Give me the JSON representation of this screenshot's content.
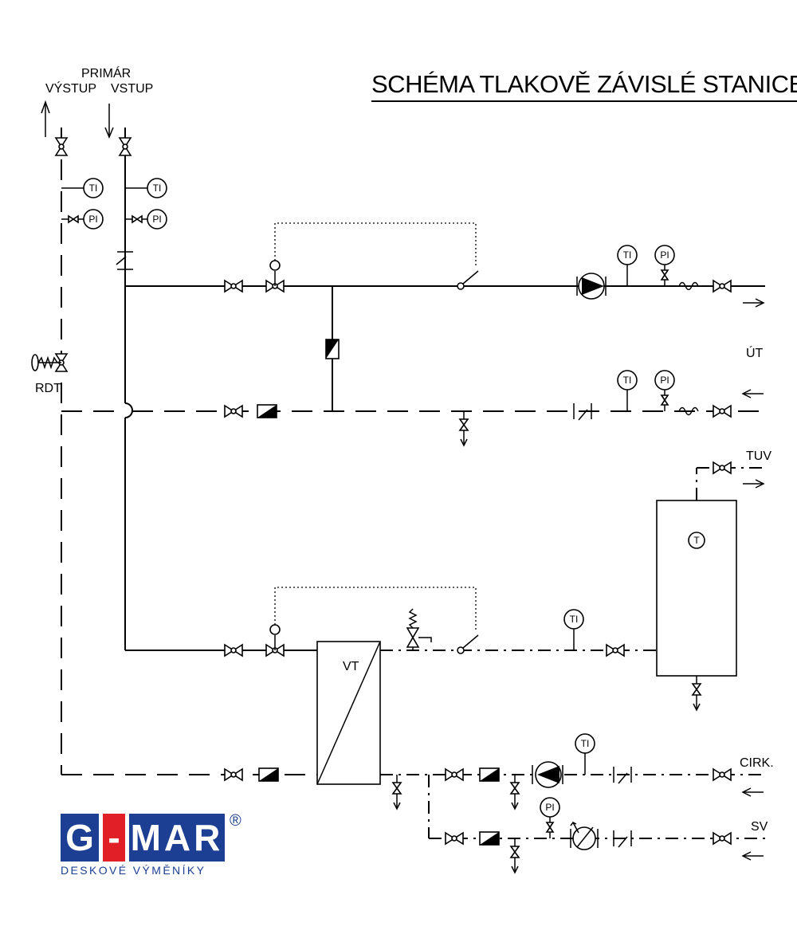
{
  "title": "SCHÉMA TLAKOVĚ ZÁVISLÉ STANICE",
  "primary": {
    "header": "PRIMÁR",
    "outlet": "VÝSTUP",
    "inlet": "VSTUP"
  },
  "rdt_label": "RDT",
  "circuits": {
    "heating": "ÚT",
    "hot_water": "TUV",
    "circulation": "CIRK.",
    "cold_water": "SV"
  },
  "exchanger_label": "VT",
  "instruments": {
    "temperature": "TI",
    "pressure": "PI",
    "thermostat": "T"
  },
  "logo": {
    "letter_g": "G",
    "dash": "-",
    "mar": "MAR",
    "registered": "®",
    "subtitle": "DESKOVÉ VÝMĚNÍKY"
  },
  "colors": {
    "logo_blue": "#1c3f93",
    "logo_red": "#e01f26",
    "lines": "#000000"
  }
}
